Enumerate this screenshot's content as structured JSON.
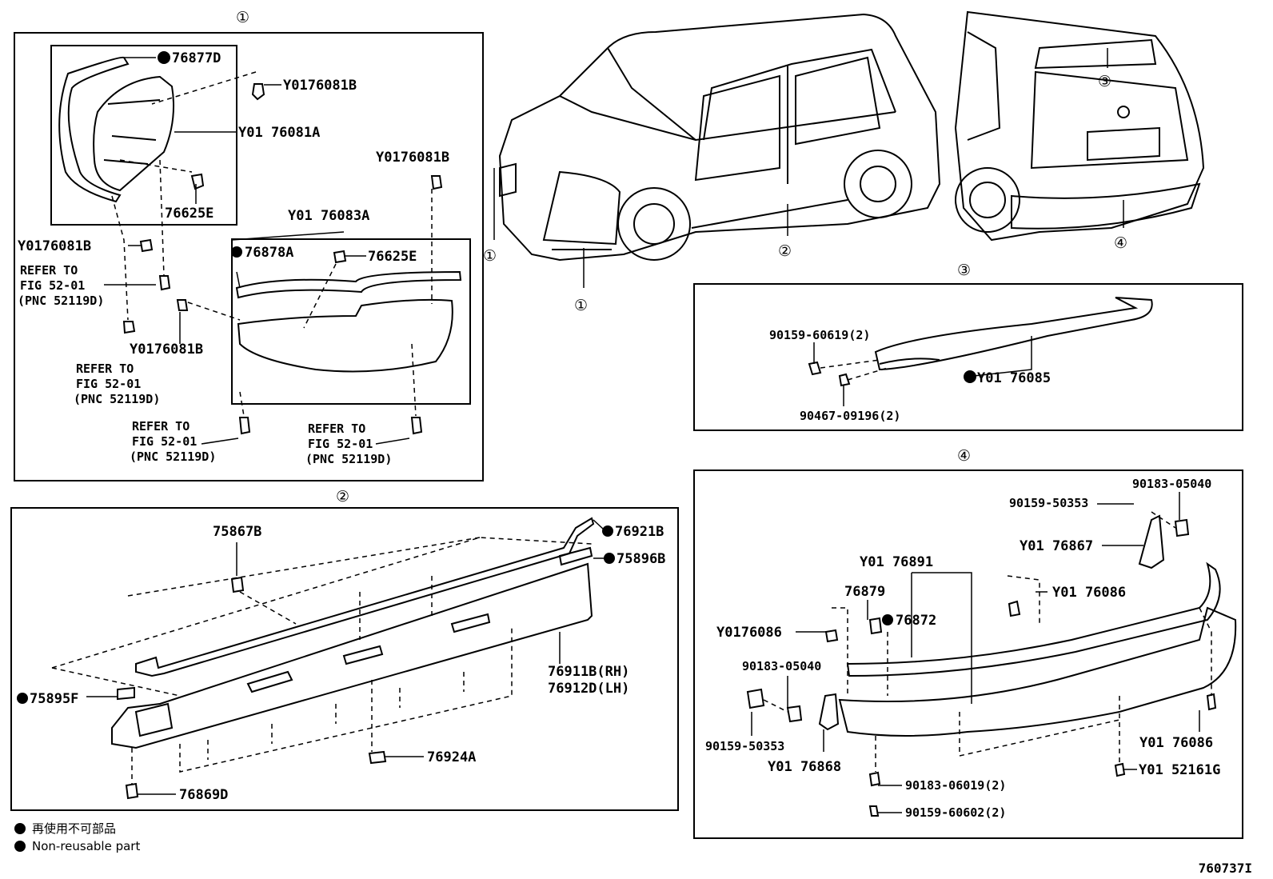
{
  "section_markers": [
    "①",
    "②",
    "③",
    "④"
  ],
  "overview": {
    "callouts": [
      "①",
      "①",
      "②",
      "③",
      "④"
    ]
  },
  "panel1": {
    "marker": "①",
    "labels": {
      "p76877D": "76877D",
      "y0176081B_a": "Y0176081B",
      "y0176081A": "Y01 76081A",
      "y0176081B_b": "Y0176081B",
      "p76625E_a": "76625E",
      "y0176083A": "Y01 76083A",
      "y0176081B_c": "Y0176081B",
      "p76878A": "76878A",
      "p76625E_b": "76625E",
      "y0176081B_d": "Y0176081B"
    },
    "refer_lines": [
      "REFER TO",
      "FIG 52-01",
      "(PNC 52119D)"
    ]
  },
  "panel2": {
    "marker": "②",
    "labels": {
      "p75867B": "75867B",
      "p76921B": "76921B",
      "p75896B": "75896B",
      "p76911B": "76911B(RH)",
      "p76912D": "76912D(LH)",
      "p75895F": "75895F",
      "p76924A": "76924A",
      "p76869D": "76869D"
    }
  },
  "panel3": {
    "marker": "③",
    "labels": {
      "p90159_60619": "90159-60619(2)",
      "y0176085": "Y01 76085",
      "p90467_09196": "90467-09196(2)"
    }
  },
  "panel4": {
    "marker": "④",
    "labels": {
      "p90183_05040_a": "90183-05040",
      "p90159_50353_a": "90159-50353",
      "y0176867": "Y01 76867",
      "y0176891": "Y01 76891",
      "p76879": "76879",
      "p76872": "76872",
      "y0176086_a": "Y01 76086",
      "y0176086_b": "Y0176086",
      "p90183_05040_b": "90183-05040",
      "p90159_50353_b": "90159-50353",
      "y0176868": "Y01 76868",
      "y0176086_c": "Y01 76086",
      "y0152161G": "Y01 52161G",
      "p90183_06019": "90183-06019(2)",
      "p90159_60602": "90159-60602(2)"
    }
  },
  "legend": {
    "jp": "再使用不可部品",
    "en": "Non-reusable part"
  },
  "figure_id": "760737I"
}
